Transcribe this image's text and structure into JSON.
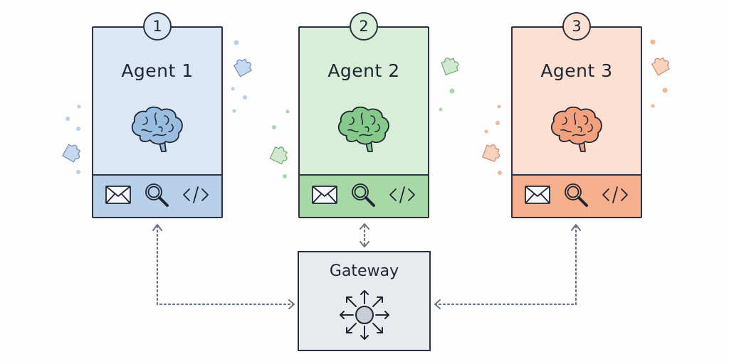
{
  "agents": [
    {
      "number": "1",
      "title": "Agent 1",
      "color": "#dbe7f5",
      "toolbar_color": "#b9d0ea",
      "accent": "#9bbde0",
      "icons": [
        "brain-icon",
        "mail-icon",
        "search-icon",
        "code-icon"
      ]
    },
    {
      "number": "2",
      "title": "Agent 2",
      "color": "#d8eed8",
      "toolbar_color": "#a9d8a8",
      "accent": "#86c98a",
      "icons": [
        "brain-icon",
        "mail-icon",
        "search-icon",
        "code-icon"
      ]
    },
    {
      "number": "3",
      "title": "Agent 3",
      "color": "#fce0d2",
      "toolbar_color": "#f6b08e",
      "accent": "#f2a07e",
      "icons": [
        "brain-icon",
        "mail-icon",
        "search-icon",
        "code-icon"
      ]
    }
  ],
  "gateway": {
    "title": "Gateway",
    "icon": "hub-broadcast-icon",
    "color": "#e8eaee"
  },
  "connections": [
    {
      "from": "Agent 1",
      "to": "Gateway",
      "style": "dotted",
      "direction": "bidirectional"
    },
    {
      "from": "Agent 2",
      "to": "Gateway",
      "style": "dotted",
      "direction": "bidirectional"
    },
    {
      "from": "Agent 3",
      "to": "Gateway",
      "style": "dotted",
      "direction": "bidirectional"
    }
  ],
  "decorations": [
    "puzzle-piece-icon",
    "dot"
  ]
}
